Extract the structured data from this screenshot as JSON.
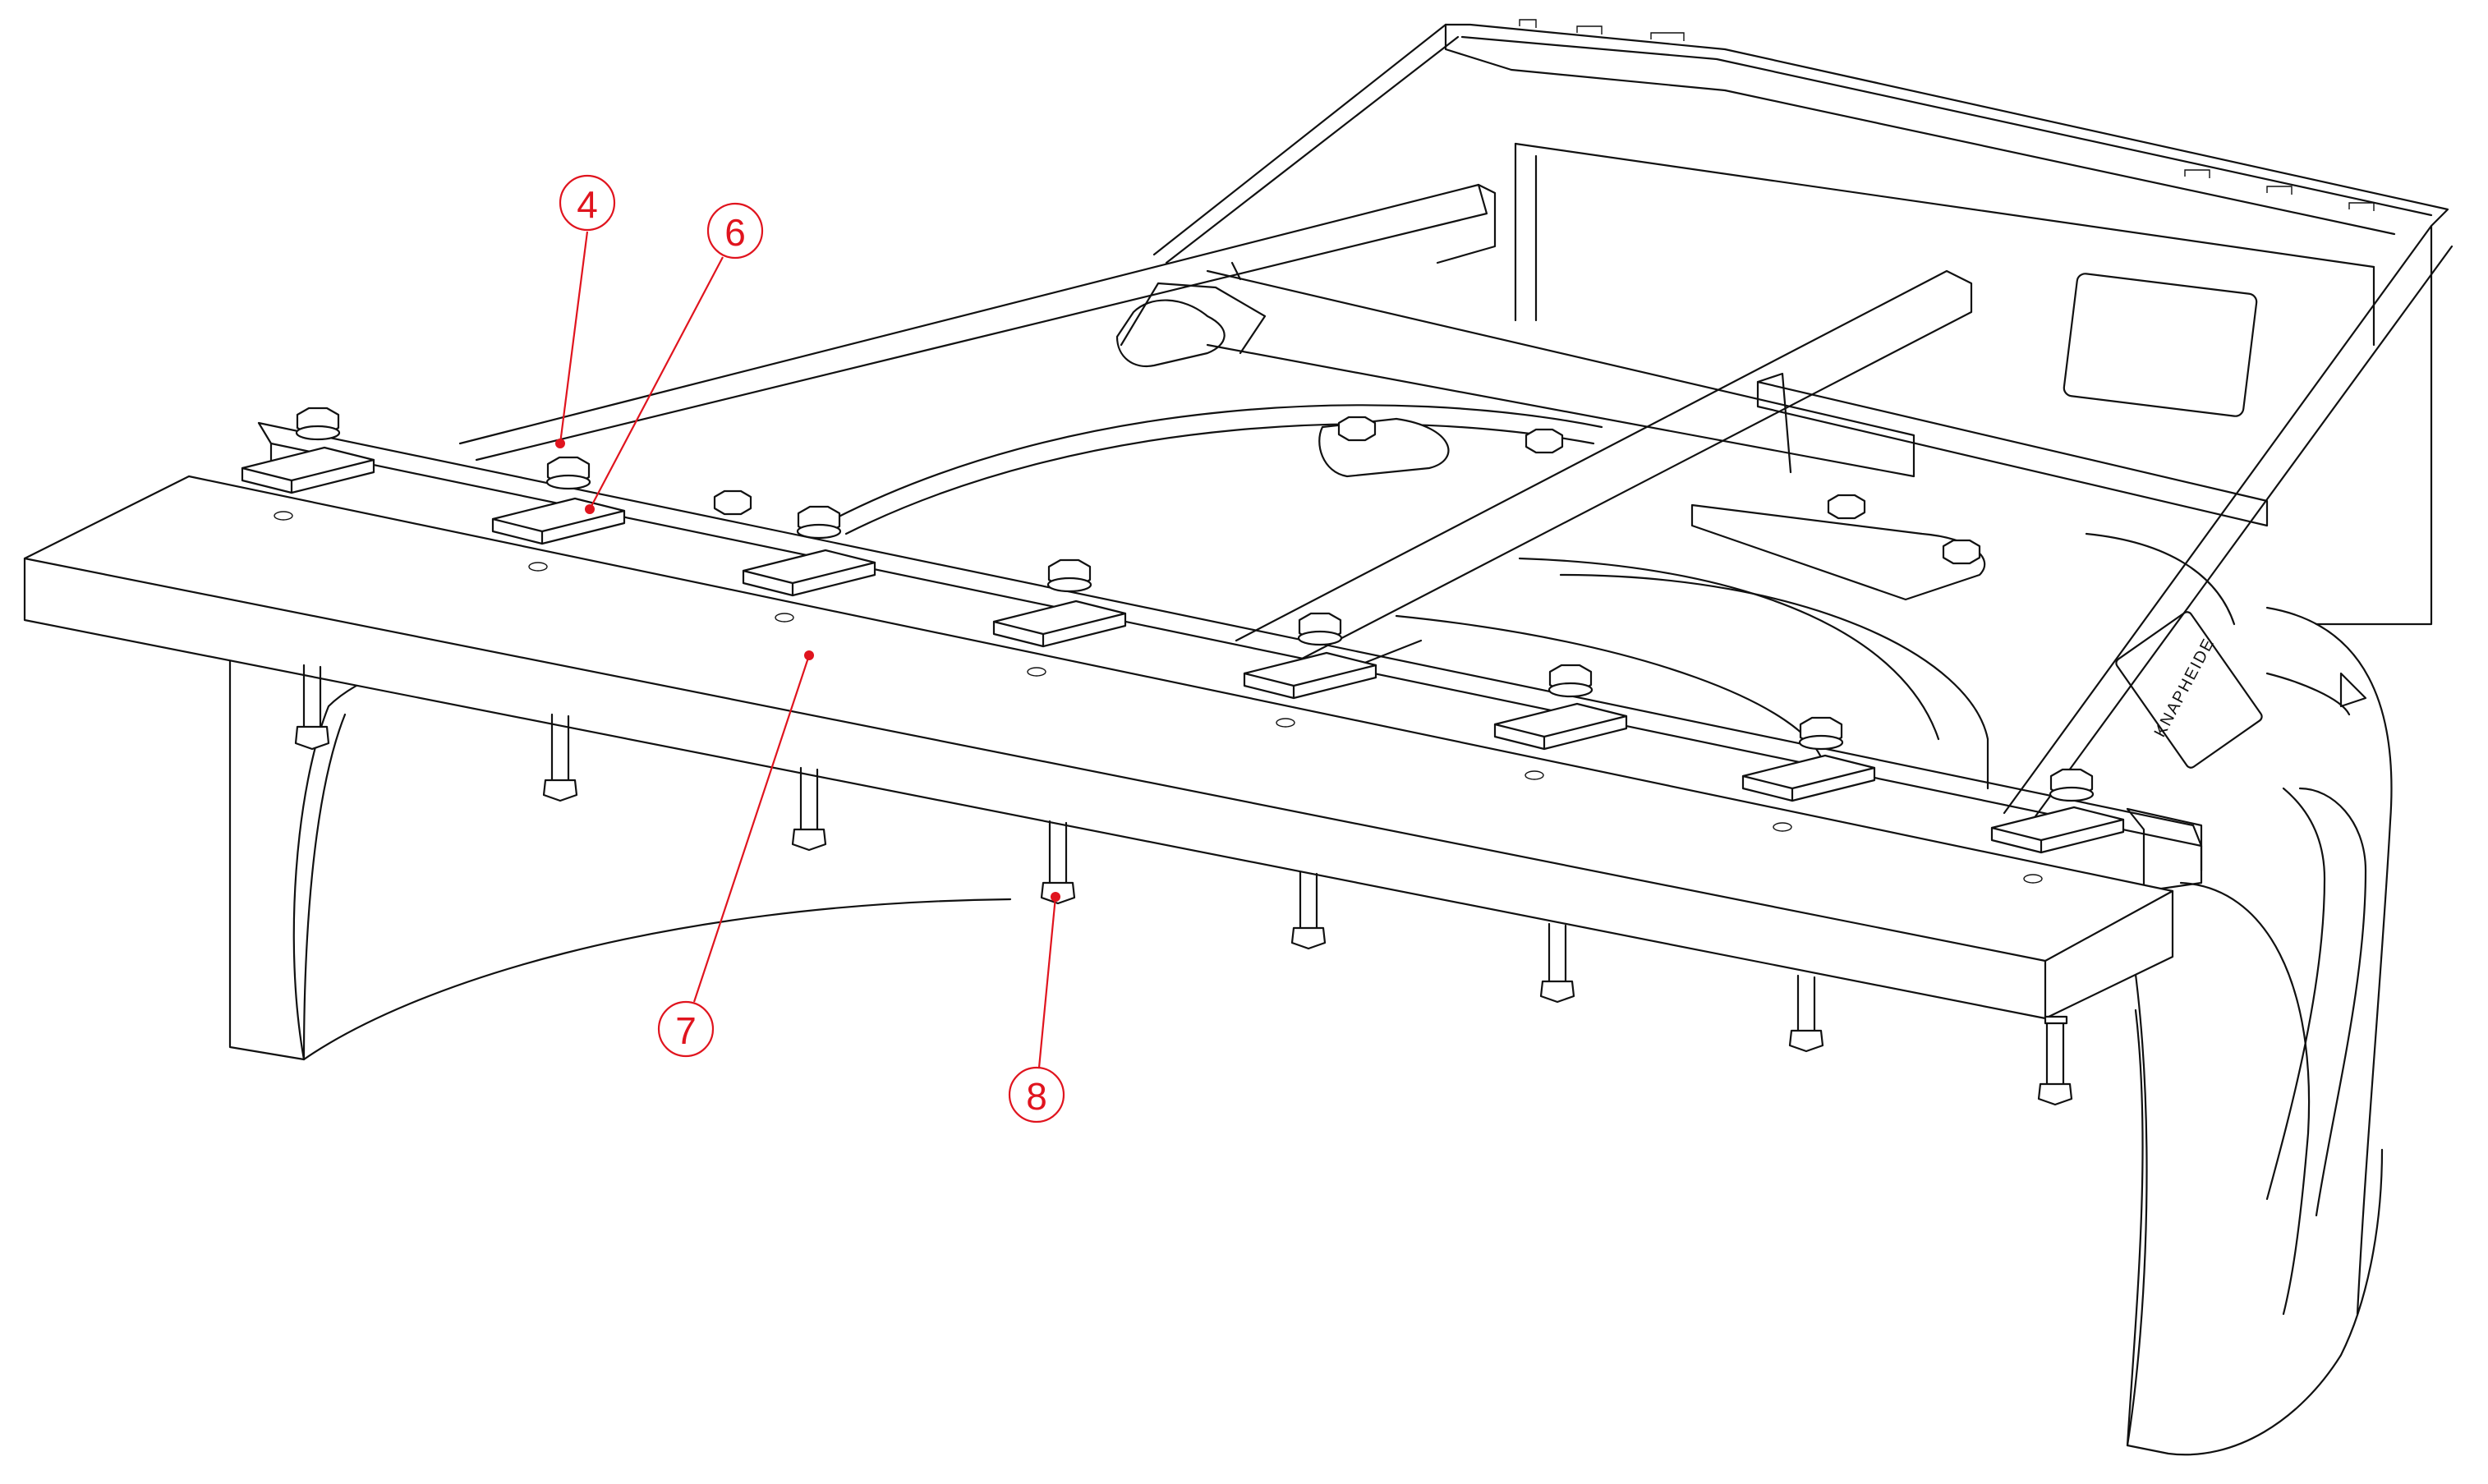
{
  "callouts": [
    {
      "id": "4",
      "label": "4"
    },
    {
      "id": "6",
      "label": "6"
    },
    {
      "id": "7",
      "label": "7"
    },
    {
      "id": "8",
      "label": "8"
    }
  ],
  "frame_stamp": "KNAPHEIDE",
  "colors": {
    "line": "#111111",
    "callout": "#e0141e",
    "background": "#ffffff"
  }
}
